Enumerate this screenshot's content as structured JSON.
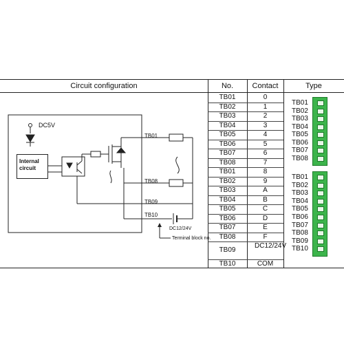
{
  "headers": {
    "circuit": "Circuit configuration",
    "no": "No.",
    "contact": "Contact",
    "type": "Type"
  },
  "rows": [
    {
      "no": "TB01",
      "contact": "0"
    },
    {
      "no": "TB02",
      "contact": "1"
    },
    {
      "no": "TB03",
      "contact": "2"
    },
    {
      "no": "TB04",
      "contact": "3"
    },
    {
      "no": "TB05",
      "contact": "4"
    },
    {
      "no": "TB06",
      "contact": "5"
    },
    {
      "no": "TB07",
      "contact": "6"
    },
    {
      "no": "TB08",
      "contact": "7"
    },
    {
      "no": "TB01",
      "contact": "8"
    },
    {
      "no": "TB02",
      "contact": "9"
    },
    {
      "no": "TB03",
      "contact": "A"
    },
    {
      "no": "TB04",
      "contact": "B"
    },
    {
      "no": "TB05",
      "contact": "C"
    },
    {
      "no": "TB06",
      "contact": "D"
    },
    {
      "no": "TB07",
      "contact": "E"
    },
    {
      "no": "TB08",
      "contact": "F"
    },
    {
      "no": "TB09",
      "contact": "DC12/24V"
    },
    {
      "no": "TB10",
      "contact": "COM"
    }
  ],
  "type_labels_top": [
    "TB01",
    "TB02",
    "TB03",
    "TB04",
    "TB05",
    "TB06",
    "TB07",
    "TB08"
  ],
  "type_labels_bottom": [
    "TB01",
    "TB02",
    "TB03",
    "TB04",
    "TB05",
    "TB06",
    "TB07",
    "TB08",
    "TB09",
    "TB10"
  ],
  "circuit": {
    "dc5v": "DC5V",
    "internal_circuit": "Internal circuit",
    "tb01": "TB01",
    "tb08": "TB08",
    "tb09": "TB09",
    "tb10": "TB10",
    "dc_source": "DC12/24V",
    "terminal_note": "Terminal block no."
  },
  "colors": {
    "connector_green": "#3cb44b",
    "connector_dark": "#1e7a2a",
    "line": "#222222"
  }
}
